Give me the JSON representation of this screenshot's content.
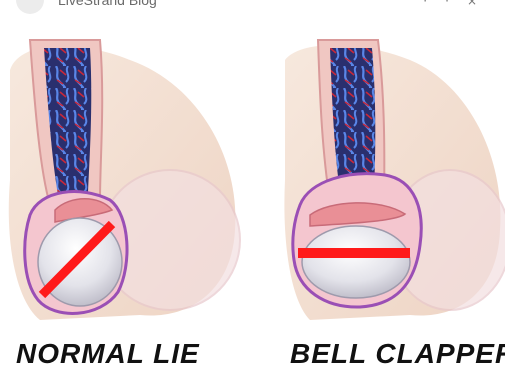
{
  "source": {
    "label": "LiveStrand Blog"
  },
  "top_icons": [
    "share-icon",
    "more-icon"
  ],
  "panels": [
    {
      "id": "normal",
      "caption": "NORMAL LIE",
      "line_color": "#ff1a1a"
    },
    {
      "id": "bell",
      "caption": "BELL CLAPPER",
      "line_color": "#ff1a1a"
    }
  ],
  "colors": {
    "skin": "#f1dccd",
    "vein": "#4a6fd0",
    "artery": "#c8283a",
    "tunica": "#9a4fb5",
    "testis": "#e9e9ee",
    "marker": "#ff1a1a"
  }
}
